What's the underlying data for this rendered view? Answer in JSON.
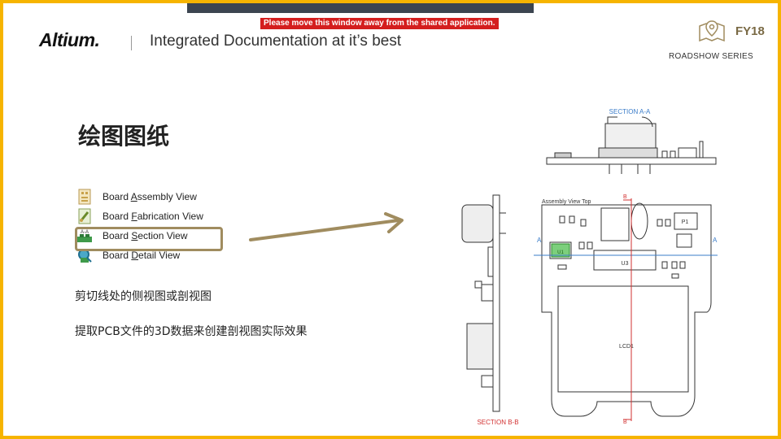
{
  "banner": {
    "warning": "Please move this window away from the shared application."
  },
  "header": {
    "logo": "Altium.",
    "subtitle": "Integrated Documentation at it’s best",
    "badge": "FY18",
    "series": "ROADSHOW SERIES"
  },
  "slide": {
    "title": "绘图图纸",
    "desc1": "剪切线处的侧视图或剖视图",
    "desc2": "提取PCB文件的3D数据来创建剖视图实际效果"
  },
  "menu": {
    "items": [
      {
        "label": "Board Assembly View",
        "icon": "assembly-icon"
      },
      {
        "label": "Board Fabrication View",
        "icon": "fabrication-icon"
      },
      {
        "label": "Board Section View",
        "icon": "section-icon",
        "icon_text": "A-A",
        "selected": true
      },
      {
        "label": "Board Detail View",
        "icon": "detail-icon"
      }
    ]
  },
  "drawing": {
    "section_aa": "SECTION A-A",
    "section_bb": "SECTION B-B",
    "assembly_view_title": "Assembly View Top",
    "marker_a_left": "A",
    "marker_a_right": "A",
    "marker_b_top": "B",
    "marker_b_bottom": "B",
    "u1": "U1",
    "u3": "U3",
    "p1": "P1",
    "lcd": "LCD1"
  },
  "colors": {
    "accent": "#f6b400",
    "highlight": "#a08c5f",
    "arrow": "#a08c5f",
    "section_blue": "#3a7cc9",
    "section_red": "#d23030"
  }
}
